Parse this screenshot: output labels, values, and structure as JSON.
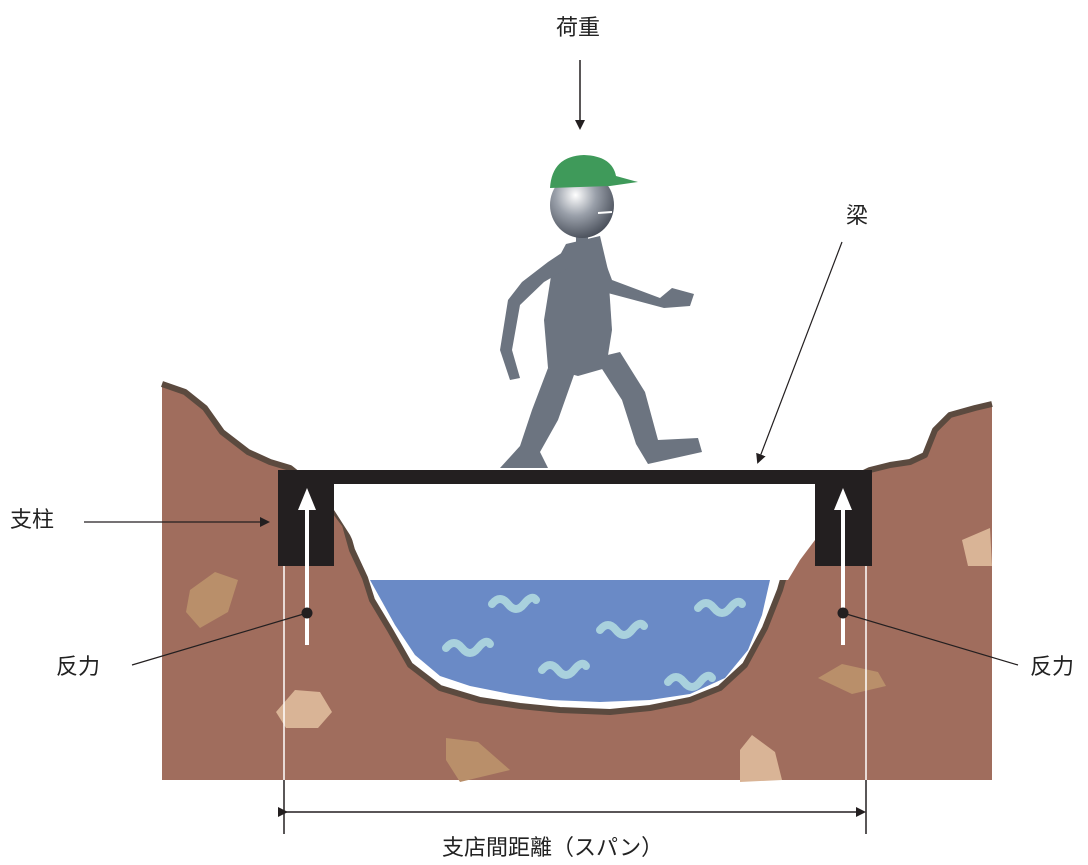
{
  "labels": {
    "load": "荷重",
    "beam": "梁",
    "pillar": "支柱",
    "reaction_left": "反力",
    "reaction_right": "反力",
    "span": "支店間距離（スパン）"
  },
  "colors": {
    "soil": "#a06d5d",
    "soil_outline": "#5b4a3f",
    "water": "#6a8ac6",
    "wave": "#a9d1dd",
    "beam": "#231f20",
    "person": "#6c7480",
    "cap": "#3f9a5a",
    "rock_light": "#d9b496",
    "rock_dark": "#b98f6a",
    "arrow": "#231f20",
    "reaction_arrow": "#ffffff"
  }
}
